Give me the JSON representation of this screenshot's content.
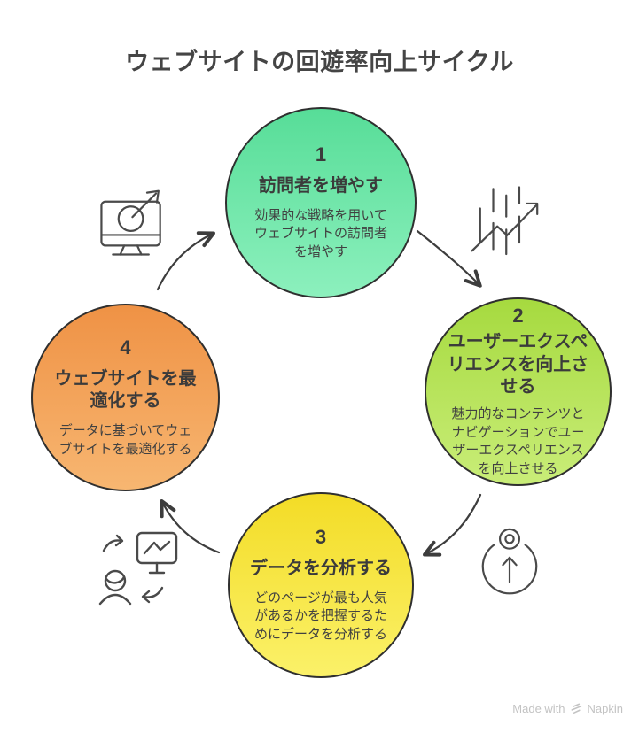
{
  "title": "ウェブサイトの回遊率向上サイクル",
  "steps": [
    {
      "number": "1",
      "title": "訪問者を増やす",
      "description": "効果的な戦略を用いて\nウェブサイトの訪問者\nを増やす",
      "gradient": {
        "top": "#57dd98",
        "bottom": "#8cf0bd"
      }
    },
    {
      "number": "2",
      "title": "ユーザーエクスペ\nリエンスを向上さ\nせる",
      "description": "魅力的なコンテンツと\nナビゲーションでユー\nザーエクスペリエンス\nを向上させる",
      "gradient": {
        "top": "#a6da3f",
        "bottom": "#c9ed78"
      }
    },
    {
      "number": "3",
      "title": "データを分析する",
      "description": "どのページが最も人気\nがあるかを把握するた\nめにデータを分析する",
      "gradient": {
        "top": "#f3dc26",
        "bottom": "#fbf169"
      }
    },
    {
      "number": "4",
      "title": "ウェブサイトを最\n適化する",
      "description": "データに基づいてウェ\nブサイトを最適化する",
      "gradient": {
        "top": "#ef9245",
        "bottom": "#f7b671"
      }
    }
  ],
  "icons": {
    "top_left": "monitor-target-dart-icon",
    "top_right": "rising-chart-icon",
    "bottom_right": "goal-up-arrow-icon",
    "bottom_left": "person-screen-sync-icon"
  },
  "flow": [
    "1→2",
    "2→3",
    "3→4",
    "4→1"
  ],
  "watermark": {
    "prefix": "Made with",
    "brand": "Napkin"
  },
  "colors": {
    "outline": "#2f2f2f",
    "arrow": "#3d3d3d",
    "icon": "#4a4a4a",
    "title_text": "#454545",
    "step_text": "#3b3b3b",
    "watermark": "#c3c3c3"
  }
}
